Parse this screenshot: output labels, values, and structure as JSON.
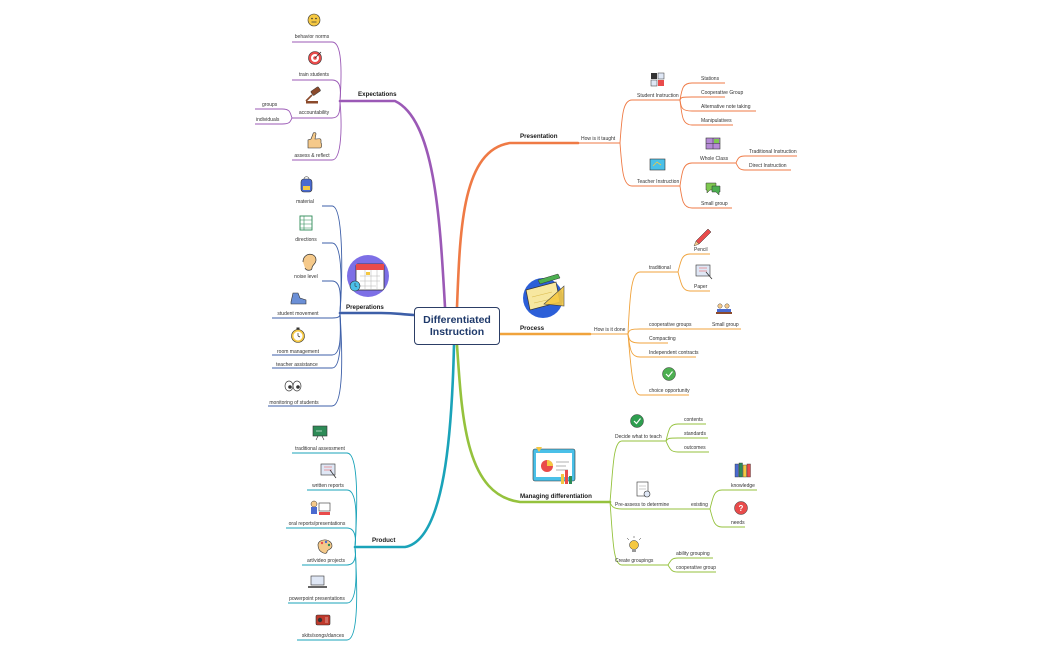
{
  "center": {
    "title": "Differentiated\nInstruction"
  },
  "colors": {
    "expectations": "#9b59b6",
    "preperations": "#3d5fa8",
    "product": "#1aa3b9",
    "presentation": "#ef7a45",
    "process": "#f0a33c",
    "managing": "#95c23d"
  },
  "expectations": {
    "label": "Expectations",
    "items": [
      "behavior norms",
      "train students",
      "accountability",
      "assess & reflect"
    ],
    "sub": [
      "groups",
      "individuals"
    ]
  },
  "preperations": {
    "label": "Preperations",
    "items": [
      "material",
      "directions",
      "noise level",
      "student movement",
      "room management",
      "teacher assistance",
      "monitoring of students"
    ]
  },
  "product": {
    "label": "Product",
    "items": [
      "traditional assessment",
      "written reports",
      "oral reports/presentations",
      "art/video projects",
      "powerpoint presentations",
      "skits/songs/dances"
    ]
  },
  "presentation": {
    "label": "Presentation",
    "how": "How is it taught",
    "student": {
      "label": "Student Instruction",
      "items": [
        "Stations",
        "Cooperative Group",
        "Alternative note taking",
        "Manipulatives"
      ]
    },
    "teacher": {
      "label": "Teacher Instruction",
      "whole": "Whole Class",
      "whole_items": [
        "Traditional Instruction",
        "Direct Instruction"
      ],
      "small": "Small group"
    }
  },
  "process": {
    "label": "Process",
    "how": "How is it done",
    "traditional": "traditional",
    "trad_items": [
      "Pencil",
      "Paper"
    ],
    "coop": "cooperative groups",
    "small": "Small group",
    "items": [
      "Compacting",
      "Independent contracts",
      "choice opportunity"
    ]
  },
  "managing": {
    "label": "Managing differentiation",
    "decide": "Decide what to teach",
    "decide_items": [
      "contents",
      "standards",
      "outcomes"
    ],
    "preassess": "Pre-assess to determine",
    "existing": "existing",
    "existing_items": [
      "knowledge",
      "needs"
    ],
    "groupings": "Create groupings",
    "group_items": [
      "ability grouping",
      "cooperative group"
    ]
  }
}
